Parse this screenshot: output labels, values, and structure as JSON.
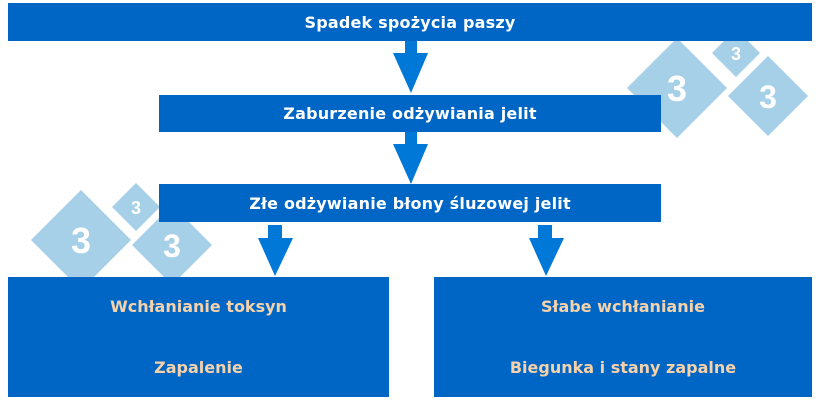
{
  "colors": {
    "box_fill": "#0066C6",
    "arrow_fill": "#0078D7",
    "primary_text": "#FFFFFF",
    "outcome_text": "#F6D2AA",
    "logo_fill": "#A6D0E8"
  },
  "flow": {
    "step1": "Spadek spożycia paszy",
    "step2": "Zaburzenie odżywiania jelit",
    "step3": "Złe odżywianie błony śluzowej jelit"
  },
  "outcomes": {
    "left": {
      "top": "Wchłanianie toksyn",
      "bottom": "Zapalenie"
    },
    "right": {
      "top": "Słabe wchłanianie",
      "bottom": "Biegunka i stany zapalne"
    }
  },
  "logo": {
    "glyph": "3"
  }
}
